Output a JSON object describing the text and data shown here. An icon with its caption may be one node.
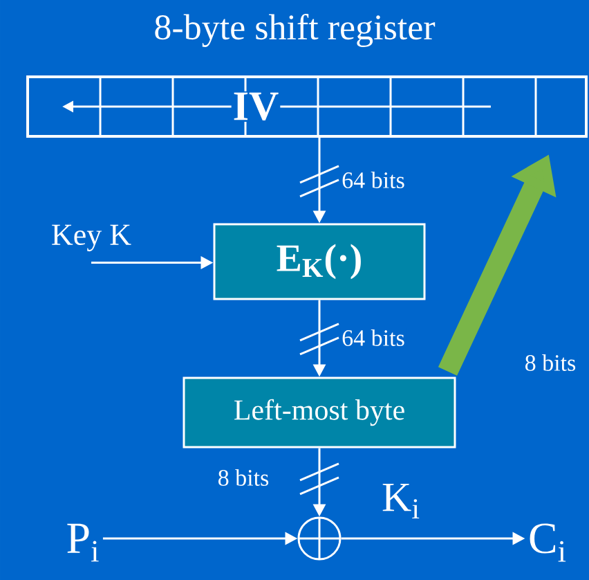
{
  "diagram": {
    "title": "8-byte shift register",
    "nodes": [
      {
        "text": [
          "IV"
        ]
      },
      {
        "text": [
          "E$_{K}$(·)"
        ]
      },
      {
        "text": [
          "Left-most byte"
        ]
      },
      {
        "text": [],
        "shape": "circle"
      },
      {
        "text": [
          "Key K"
        ]
      },
      {
        "text": [
          "P$_{i}$"
        ]
      },
      {
        "text": [
          "C$_{i}$"
        ]
      }
    ],
    "edges": [
      {
        "from": 0,
        "to": 1,
        "arrow": "to",
        "label": "64 bits"
      },
      {
        "from": 1,
        "to": 2,
        "arrow": "to",
        "label": "64 bits"
      },
      {
        "from": 2,
        "to": 3,
        "arrow": "to",
        "label": "8 bits"
      },
      {
        "from": 4,
        "to": 1,
        "arrow": "to"
      },
      {
        "from": 5,
        "to": 3,
        "arrow": "to"
      },
      {
        "from": 3,
        "to": 6,
        "arrow": "to"
      },
      {
        "from": 2,
        "to": 0,
        "arrow": "to",
        "label": "8 bits",
        "style": "thick",
        "color": "#7ab648"
      }
    ],
    "labels": [
      "K$_{i}$"
    ]
  }
}
